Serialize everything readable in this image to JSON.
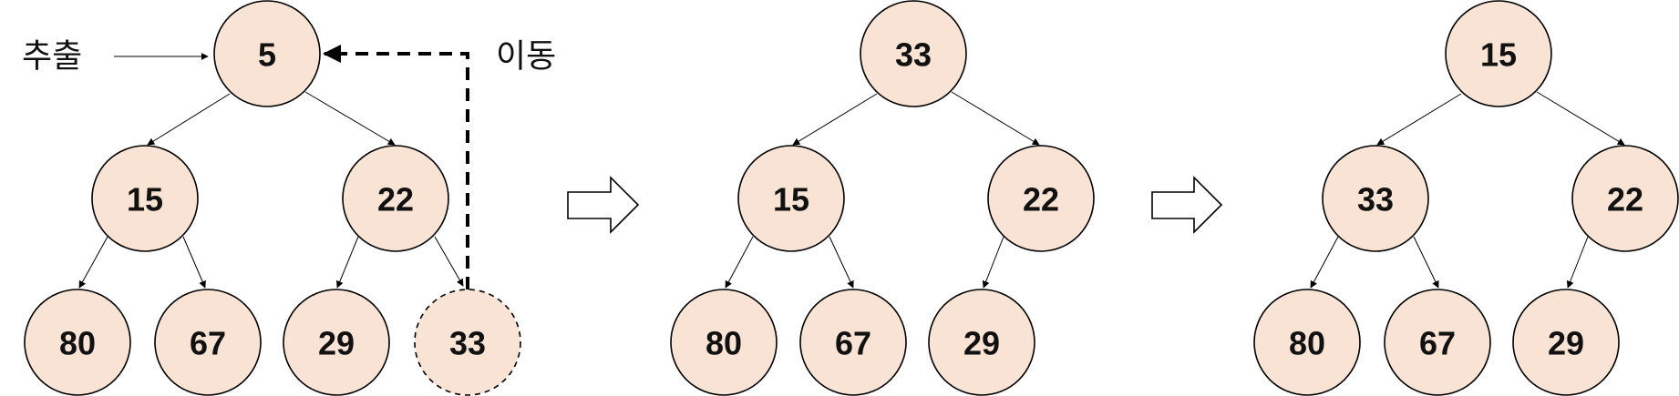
{
  "labels": {
    "extract": "추출",
    "move": "이동"
  },
  "colors": {
    "node_fill": "#f9e3d4",
    "stroke": "#000000"
  },
  "panels": [
    {
      "root": "5",
      "left": "15",
      "right": "22",
      "ll": "80",
      "lr": "67",
      "rl": "29",
      "rr": "33"
    },
    {
      "root": "33",
      "left": "15",
      "right": "22",
      "ll": "80",
      "lr": "67",
      "rl": "29"
    },
    {
      "root": "15",
      "left": "33",
      "right": "22",
      "ll": "80",
      "lr": "67",
      "rl": "29"
    }
  ]
}
